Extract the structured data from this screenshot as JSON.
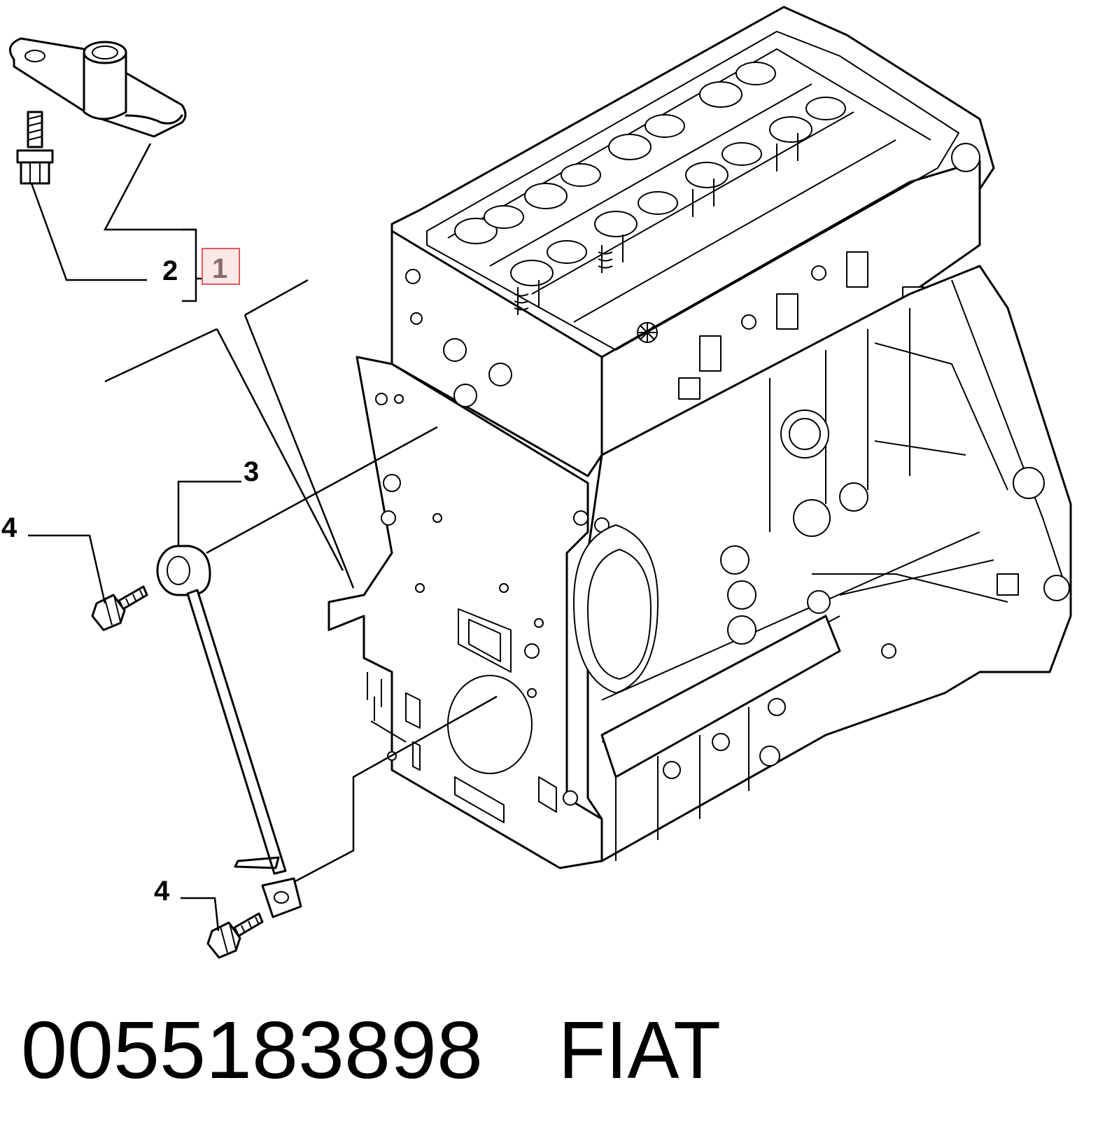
{
  "callouts": {
    "assembly": "1",
    "bolt_top": "2",
    "dipstick_tube": "3",
    "bolt_left": "4",
    "bolt_bottom": "4"
  },
  "caption": {
    "part_number": "0055183898",
    "brand": "FIAT"
  },
  "colors": {
    "highlight_box": "#e05a5a",
    "highlight_fill": "#fde8e8",
    "highlight_text": "#8a6a6a",
    "line": "#000000",
    "background": "#ffffff"
  }
}
